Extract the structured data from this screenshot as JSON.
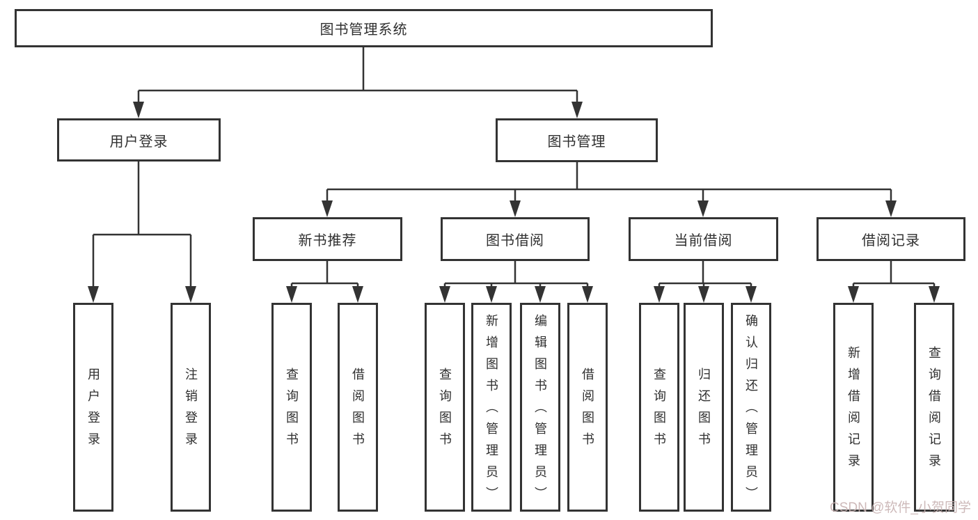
{
  "diagram": {
    "root": {
      "label": "图书管理系统"
    },
    "level1": [
      {
        "label": "用户登录"
      },
      {
        "label": "图书管理"
      }
    ],
    "level2": [
      {
        "label": "新书推荐"
      },
      {
        "label": "图书借阅"
      },
      {
        "label": "当前借阅"
      },
      {
        "label": "借阅记录"
      }
    ],
    "leaves": [
      {
        "label": "用户登录"
      },
      {
        "label": "注销登录"
      },
      {
        "label": "查询图书"
      },
      {
        "label": "借阅图书"
      },
      {
        "label": "查询图书"
      },
      {
        "label": "新增图书（管理员）"
      },
      {
        "label": "编辑图书（管理员）"
      },
      {
        "label": "借阅图书"
      },
      {
        "label": "查询图书"
      },
      {
        "label": "归还图书"
      },
      {
        "label": "确认归还（管理员）"
      },
      {
        "label": "新增借阅记录"
      },
      {
        "label": "查询借阅记录"
      }
    ]
  },
  "watermark": {
    "text": "CSDN @软件_小贺同学"
  },
  "colors": {
    "line": "#333333",
    "text": "#2f2f2f",
    "background": "#ffffff",
    "watermark": "#c8b2b2"
  }
}
